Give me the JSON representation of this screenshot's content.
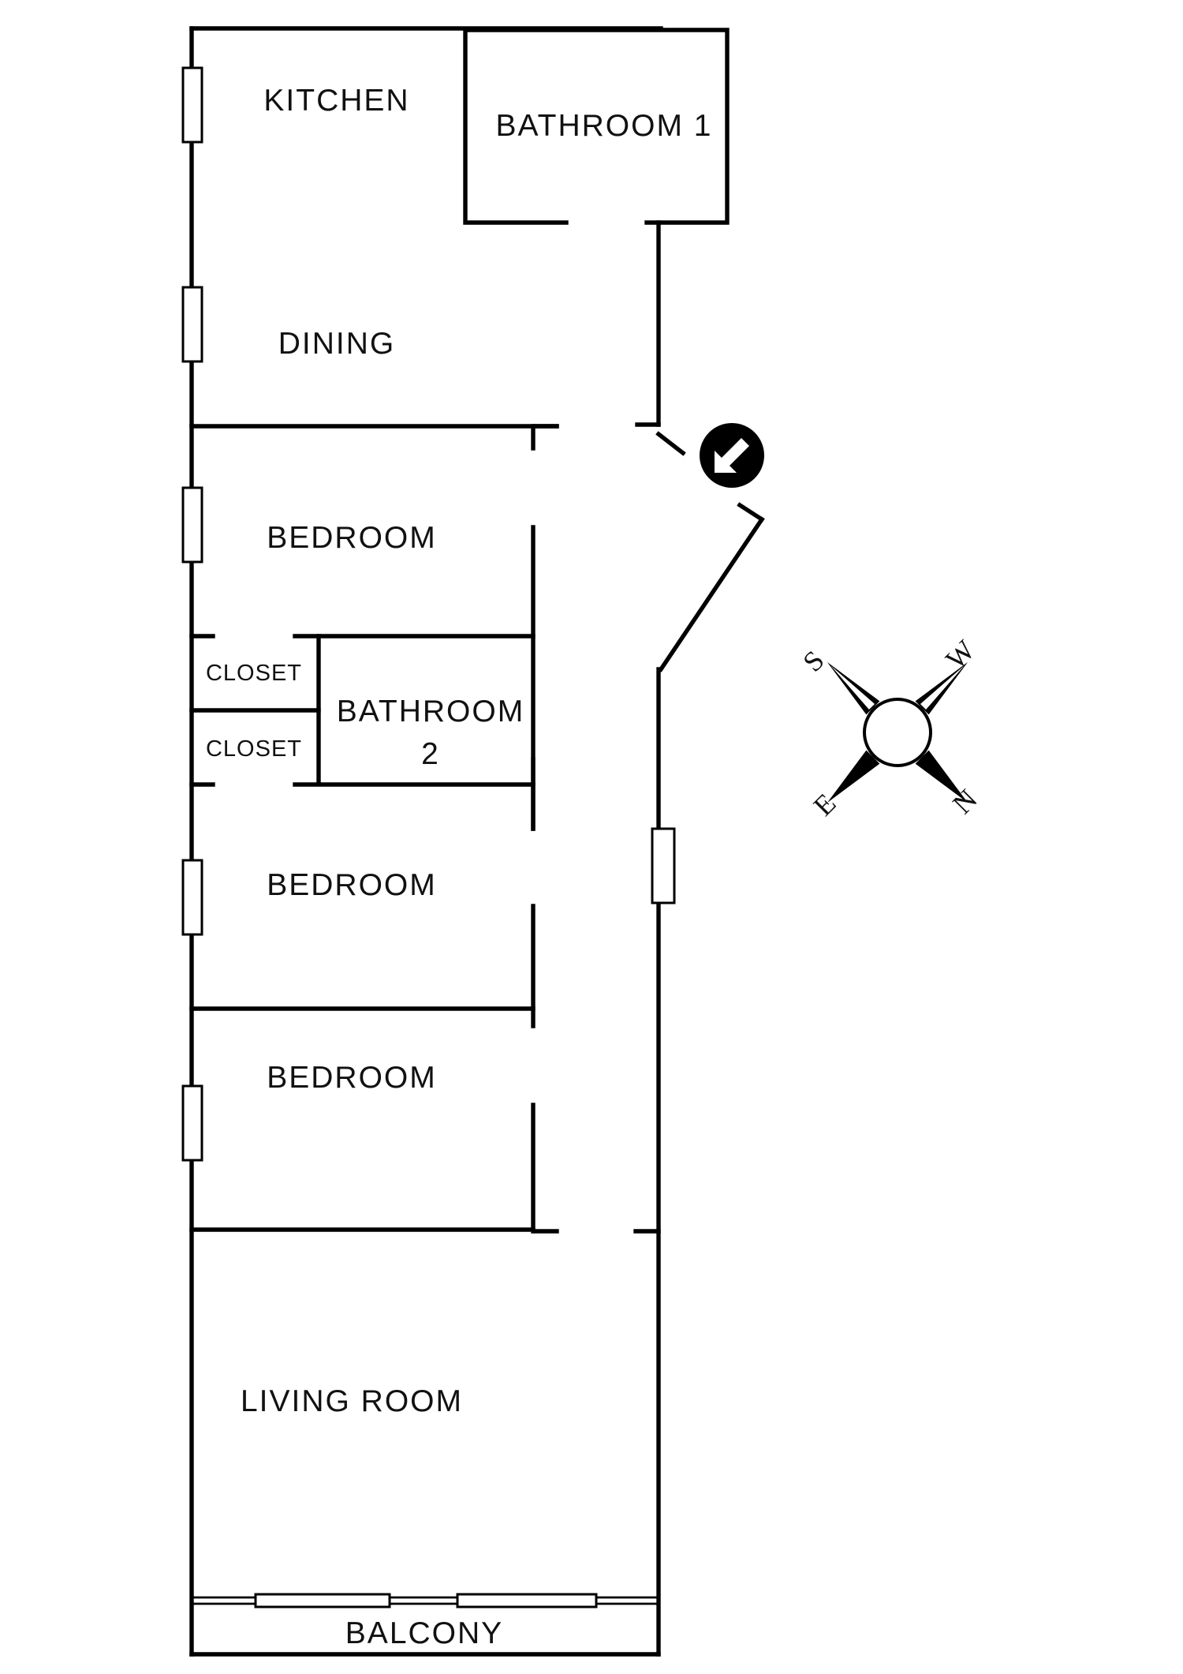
{
  "rooms": {
    "kitchen": "KITCHEN",
    "bathroom_1": "BATHROOM 1",
    "dining": "DINING",
    "bedroom_1": "BEDROOM",
    "closet_1": "CLOSET",
    "closet_2": "CLOSET",
    "bathroom_2_line1": "BATHROOM",
    "bathroom_2_line2": "2",
    "bedroom_2": "BEDROOM",
    "bedroom_3": "BEDROOM",
    "living_room": "LIVING ROOM",
    "balcony": "BALCONY"
  },
  "compass": {
    "n": "N",
    "s": "S",
    "e": "E",
    "w": "W"
  },
  "entrance_icon": "entrance-arrow-icon",
  "colors": {
    "wall": "#000000",
    "background": "#ffffff"
  }
}
